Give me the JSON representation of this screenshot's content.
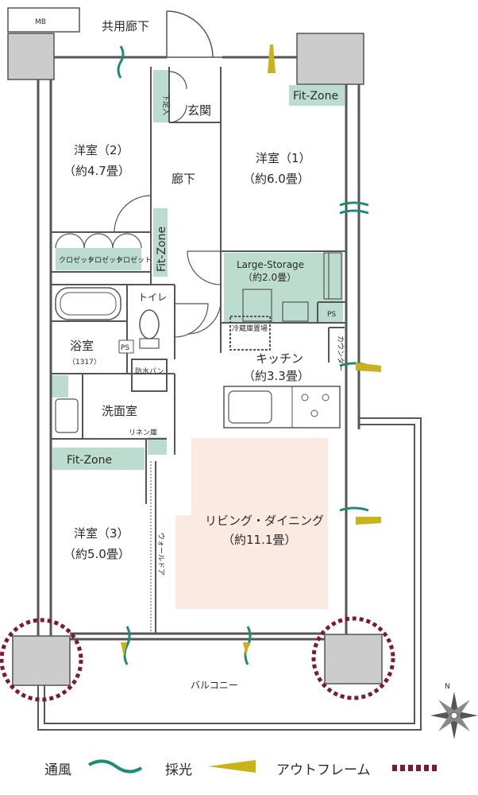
{
  "labels": {
    "mb": "MB",
    "corridor_shared": "共用廊下",
    "entrance": "玄関",
    "shoe_storage": "下足入",
    "hallway": "廊下",
    "room2_name": "洋室（2）",
    "room2_size": "（約4.7畳）",
    "room1_name": "洋室（1）",
    "room1_size": "（約6.0畳）",
    "room3_name": "洋室（3）",
    "room3_size": "（約5.0畳）",
    "fitzone": "Fit-Zone",
    "closet": "クロゼット",
    "large_storage_name": "Large-Storage",
    "large_storage_size": "（約2.0畳）",
    "toilet": "トイレ",
    "ps": "PS",
    "bath_name": "浴室",
    "bath_size": "（1317）",
    "bath_ps": "PS",
    "waterproof_pan": "防水パン",
    "washroom": "洗面室",
    "linen": "リネン庫",
    "fridge": "冷蔵庫置場",
    "counter": "カウンター",
    "kitchen_name": "キッチン",
    "kitchen_size": "（約3.3畳）",
    "living_name": "リビング・ダイニング",
    "living_size": "（約11.1畳）",
    "wall_door": "ウォールドア",
    "balcony": "バルコニー",
    "north": "N"
  },
  "legend": {
    "ventilation": "通風",
    "daylight": "採光",
    "outframe": "アウトフレーム"
  },
  "colors": {
    "fitzone": "#bcdccf",
    "storage": "#bcdccf",
    "living": "#fbeae1",
    "column": "#cccccc",
    "wall": "#555555",
    "ventilation": "#1c8c74",
    "daylight": "#c9b21a",
    "outframe": "#7a1c2c"
  }
}
